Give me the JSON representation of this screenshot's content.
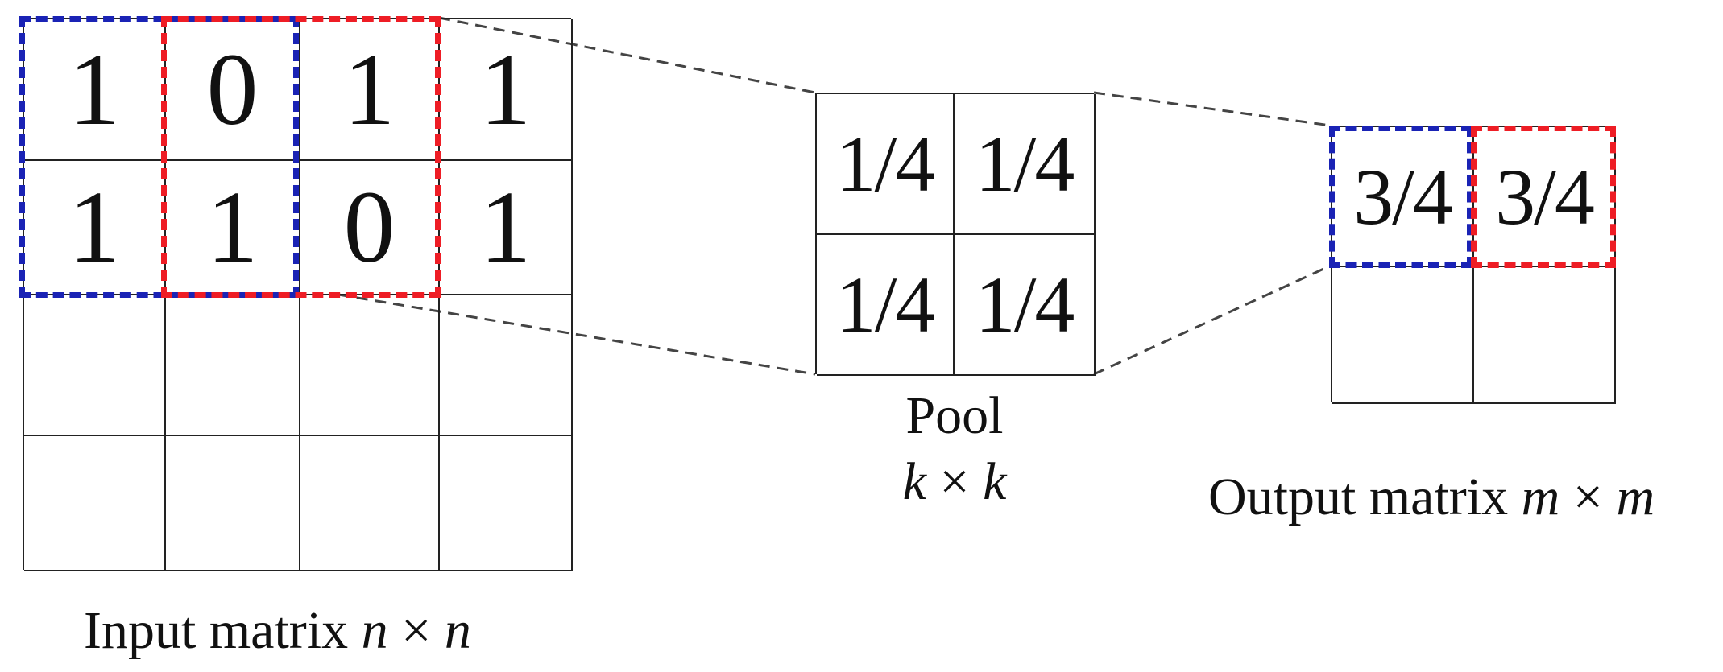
{
  "input_matrix": {
    "cells": [
      [
        "1",
        "0",
        "1",
        "1"
      ],
      [
        "1",
        "1",
        "0",
        "1"
      ],
      [
        "",
        "",
        "",
        ""
      ],
      [
        "",
        "",
        "",
        ""
      ]
    ],
    "label_text": "Input matrix ",
    "label_var": "n",
    "label_times": " × ",
    "label_var2": "n"
  },
  "pool": {
    "cells": [
      [
        "1/4",
        "1/4"
      ],
      [
        "1/4",
        "1/4"
      ]
    ],
    "label_text": "Pool",
    "label_var": "k",
    "label_times": " × ",
    "label_var2": "k"
  },
  "output_matrix": {
    "cells": [
      [
        "3/4",
        "3/4"
      ],
      [
        "",
        ""
      ]
    ],
    "label_text": "Output matrix ",
    "label_var": "m",
    "label_times": " × ",
    "label_var2": "m"
  },
  "colors": {
    "window_1": "#1a23b5",
    "window_2": "#ee1d25",
    "lines": "#222222"
  }
}
